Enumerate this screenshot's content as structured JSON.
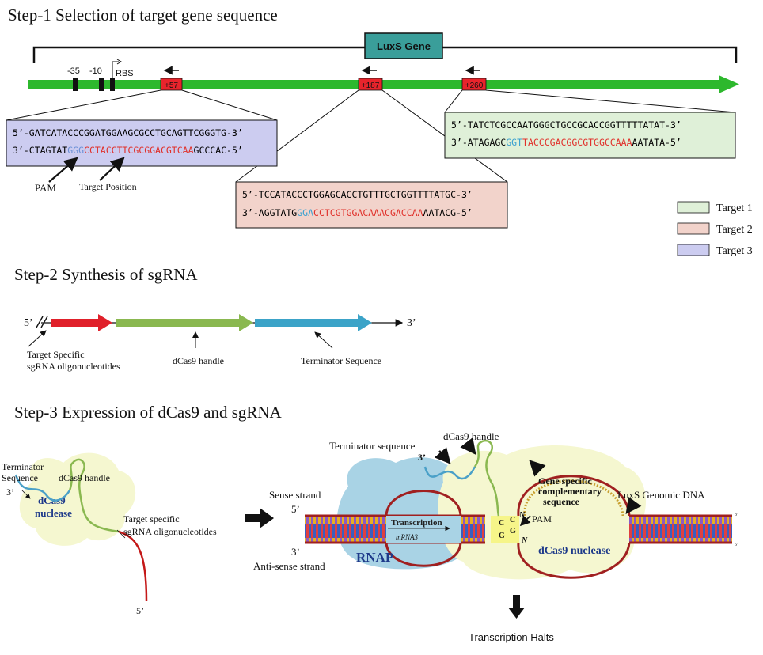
{
  "step1": {
    "title": "Step-1 Selection of target gene sequence",
    "gene_label": "LuxS  Gene",
    "promoter": {
      "m35": "-35",
      "m10": "-10",
      "rbs": "RBS"
    },
    "sites": {
      "s57": "+57",
      "s187": "+187",
      "s260": "+260"
    },
    "target3": {
      "line1": "5’-GATCATACCCGGATGGAAGCGCCTGCAGTTCGGGTG-3’",
      "line2_a": "3’-CTAGTAT",
      "line2_pam": "GGG",
      "line2_target": "CCTACCTTCGCGGACGTCAA",
      "line2_b": "GCCCAC-5’",
      "pam_label": "PAM",
      "target_label": "Target Position"
    },
    "target2": {
      "line1": "5’-TCCATACCCTGGAGCACCTGTTTGCTGGTTTTATGC-3’",
      "line2_a": "3’-AGGTATG",
      "line2_pam": "GGA",
      "line2_target": "CCTCGTGGACAAACGACCAA",
      "line2_b": "AATACG-5’"
    },
    "target1": {
      "line1": "5’-TATCTCGCCAATGGGCTGCCGCACCGGTTTTTATAT-3’",
      "line2_a": "3’-ATAGAGC",
      "line2_pam": "GGT",
      "line2_target": "TACCCGACGGCGTGGCCAAA",
      "line2_b": "AATATA-5’"
    },
    "legend": [
      {
        "label": "Target 1",
        "color": "#dff0d8"
      },
      {
        "label": "Target 2",
        "color": "#f2d3cb"
      },
      {
        "label": "Target 3",
        "color": "#ccccf0"
      }
    ]
  },
  "step2": {
    "title": "Step-2 Synthesis of sgRNA",
    "five_prime": "5’",
    "three_prime": "3’",
    "target_specific": [
      "Target Specific",
      "sgRNA oligonucleotides"
    ],
    "handle": "dCas9 handle",
    "terminator": "Terminator Sequence"
  },
  "step3": {
    "title": "Step-3 Expression of dCas9 and sgRNA",
    "left": {
      "terminator": [
        "Terminator",
        "Sequence"
      ],
      "handle": "dCas9 handle",
      "three_prime": "3’",
      "nuclease": [
        "dCas9",
        "nuclease"
      ],
      "target_specific": [
        "Target specific",
        "sgRNA oligonucleotides"
      ],
      "five_prime": "5’"
    },
    "right": {
      "terminator": "Terminator  sequence",
      "handle": "dCas9 handle",
      "three_prime": "3’",
      "sense": "Sense strand",
      "antisense": "Anti-sense  strand",
      "five_prime": "5’",
      "three_prime_b": "3’",
      "transcription": "Transcription",
      "mrna": "mRNA",
      "rnap": "RNAP",
      "gene_specific": [
        "Gene specific",
        "complementary",
        "sequence"
      ],
      "luxs_dna": "LuxS Genomic  DNA",
      "pam": "PAM",
      "nuclease": "dCas9 nuclease",
      "bases": [
        "C",
        "G",
        "C",
        "G",
        "N",
        "N"
      ],
      "end_top": "3'",
      "end_bottom": "5'"
    },
    "result": "Transcription Halts"
  },
  "colors": {
    "dna_green": "#2db82d",
    "site_red": "#e8242c",
    "gene_box": "#3a9e9a",
    "pam_blue": "#6a8fd6",
    "target_red": "#e0302a",
    "rnap_blue": "#a9d3e5",
    "nuclease_yellow": "#f5f7d0",
    "strand_red": "#a02020"
  }
}
